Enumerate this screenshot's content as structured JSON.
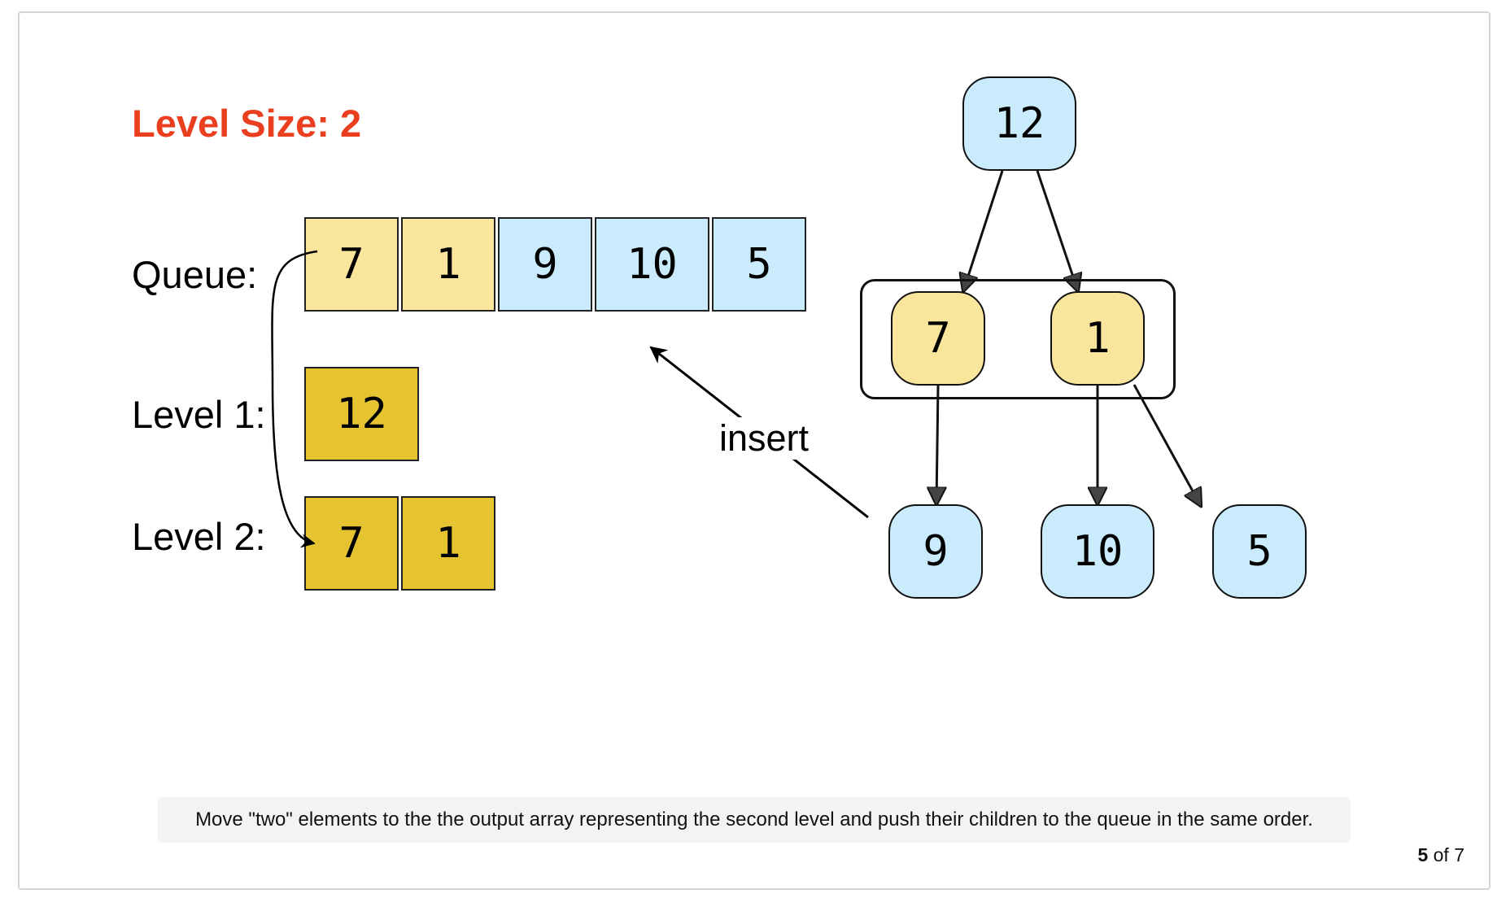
{
  "title": "Level Size: 2",
  "rows": {
    "queue_label": "Queue:",
    "level1_label": "Level 1:",
    "level2_label": "Level 2:"
  },
  "queue": [
    "7",
    "1",
    "9",
    "10",
    "5"
  ],
  "level1": [
    "12"
  ],
  "level2": [
    "7",
    "1"
  ],
  "tree": {
    "root": "12",
    "level2": [
      "7",
      "1"
    ],
    "level3": [
      "9",
      "10",
      "5"
    ]
  },
  "insert_label": "insert",
  "caption": "Move \"two\" elements to the the output array representing the second level and push their children to the queue in the same order.",
  "pager": {
    "current": "5",
    "separator": "of",
    "total": "7"
  },
  "colors": {
    "title": "#ea3f1e",
    "queued_yellow": "#f9e59c",
    "queued_blue": "#c9ebfb",
    "output_gold": "#e6c431",
    "caption_bg": "#f3f3f3"
  }
}
